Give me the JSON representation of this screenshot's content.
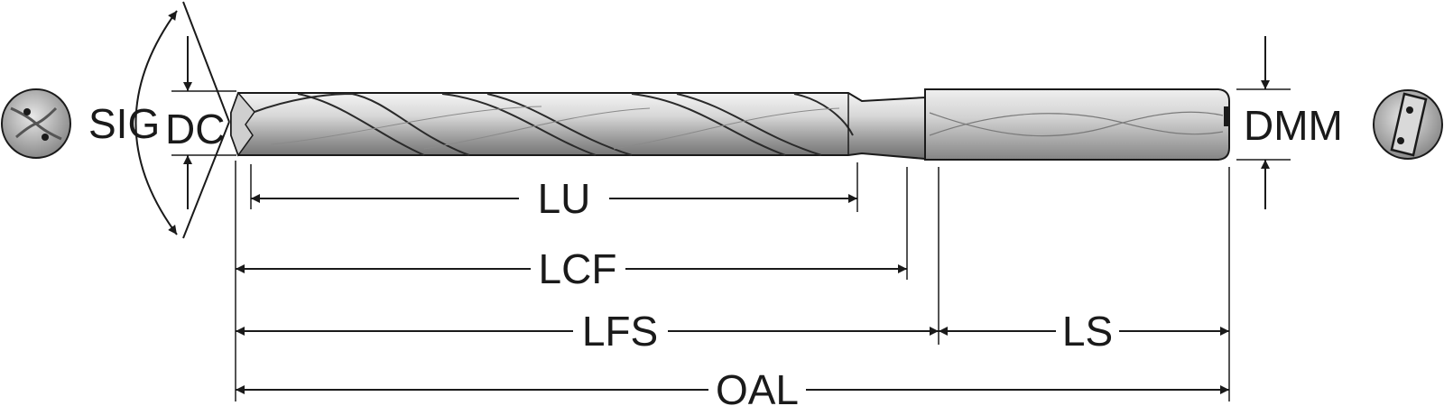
{
  "labels": {
    "sig": "SIG",
    "dc": "DC",
    "dmm": "DMM",
    "lu": "LU",
    "lcf": "LCF",
    "lfs": "LFS",
    "ls": "LS",
    "oal": "OAL"
  },
  "colors": {
    "line": "#1a1a1a",
    "steel_light": "#e6e6e6",
    "steel_mid": "#bdbdbd",
    "steel_dark": "#7d7d7d"
  },
  "icons": {
    "left_end_view": "drill-point-end-view",
    "right_end_view": "drill-shank-end-view"
  }
}
